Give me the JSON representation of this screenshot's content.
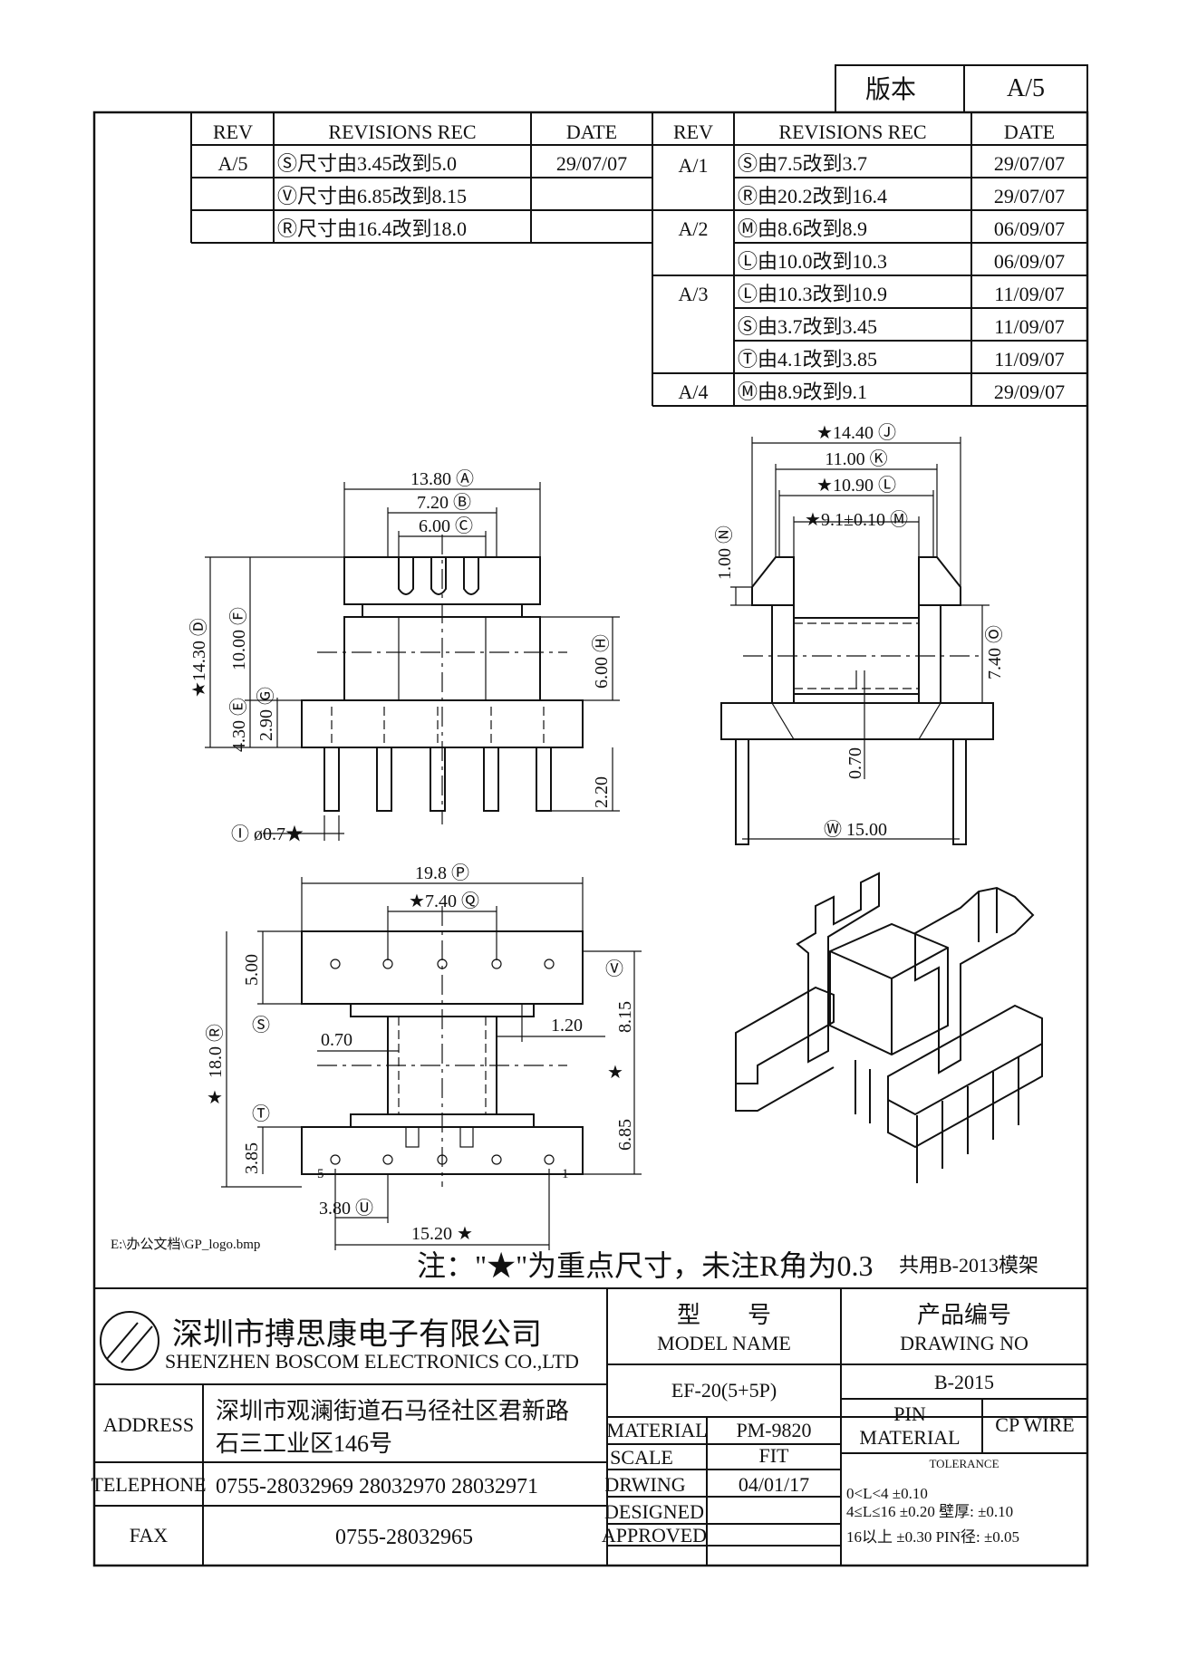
{
  "version_box": {
    "label": "版本",
    "value": "A/5"
  },
  "revision_headers": {
    "rev": "REV",
    "rec": "REVISIONS REC",
    "date": "DATE"
  },
  "revisions_left": [
    {
      "rev": "A/5",
      "rec": "Ⓢ尺寸由3.45改到5.0",
      "date": "29/07/07"
    },
    {
      "rev": "",
      "rec": "Ⓥ尺寸由6.85改到8.15",
      "date": ""
    },
    {
      "rev": "",
      "rec": "Ⓡ尺寸由16.4改到18.0",
      "date": ""
    }
  ],
  "revisions_right": [
    {
      "rev": "A/1",
      "rec": "Ⓢ由7.5改到3.7",
      "date": "29/07/07"
    },
    {
      "rev": "",
      "rec": "Ⓡ由20.2改到16.4",
      "date": "29/07/07"
    },
    {
      "rev": "A/2",
      "rec": "Ⓜ由8.6改到8.9",
      "date": "06/09/07"
    },
    {
      "rev": "",
      "rec": "Ⓛ由10.0改到10.3",
      "date": "06/09/07"
    },
    {
      "rev": "A/3",
      "rec": "Ⓛ由10.3改到10.9",
      "date": "11/09/07"
    },
    {
      "rev": "",
      "rec": "Ⓢ由3.7改到3.45",
      "date": "11/09/07"
    },
    {
      "rev": "",
      "rec": "Ⓣ由4.1改到3.85",
      "date": "11/09/07"
    },
    {
      "rev": "A/4",
      "rec": "Ⓜ由8.9改到9.1",
      "date": "29/09/07"
    }
  ],
  "front_view": {
    "dim_a": "13.80 Ⓐ",
    "dim_b": "7.20 Ⓑ",
    "dim_c": "6.00 Ⓒ",
    "dim_d": "★14.30 Ⓓ",
    "dim_f": "10.00 Ⓕ",
    "dim_e": "4.30 Ⓔ",
    "dim_g": "2.90 Ⓖ",
    "dim_h": "6.00 Ⓗ",
    "dim_pin": "2.20",
    "dim_i": "Ⓘ ø0.7★"
  },
  "side_view": {
    "dim_j": "★14.40 Ⓙ",
    "dim_k": "11.00 Ⓚ",
    "dim_l": "★10.90 Ⓛ",
    "dim_m": "★9.1±0.10 Ⓜ",
    "dim_n": "1.00 Ⓝ",
    "dim_o": "7.40 Ⓞ",
    "dim_070": "0.70",
    "dim_w": "Ⓦ 15.00"
  },
  "top_view": {
    "dim_p": "19.8 Ⓟ",
    "dim_q": "★7.40 Ⓠ",
    "dim_500": "5.00",
    "dim_s": "Ⓢ",
    "dim_r": "18.0 Ⓡ",
    "dim_v": "Ⓥ",
    "dim_815": "8.15",
    "dim_120": "1.20",
    "dim_070": "0.70",
    "dim_685": "6.85",
    "dim_t": "Ⓣ",
    "dim_385": "3.85",
    "dim_u": "3.80 Ⓤ",
    "dim_1520": "15.20 ★",
    "star": "★",
    "pin_5": "5",
    "pin_1": "1"
  },
  "file_path": "E:\\办公文档\\GP_logo.bmp",
  "note": "注：\"★\"为重点尺寸，未注R角为0.3",
  "shared_frame": "共用B-2013模架",
  "company": {
    "name_cn": "深圳市搏思康电子有限公司",
    "name_en": "SHENZHEN BOSCOM ELECTRONICS CO.,LTD"
  },
  "title_block": {
    "address_label": "ADDRESS",
    "address_line1": "深圳市观澜街道石马径社区君新路",
    "address_line2": "石三工业区146号",
    "telephone_label": "TELEPHONE",
    "telephone": "0755-28032969 28032970 28032971",
    "fax_label": "FAX",
    "fax": "0755-28032965",
    "model_label_cn": "型　　号",
    "model_label_en": "MODEL NAME",
    "model_value": "EF-20(5+5P)",
    "drawing_label_cn": "产品编号",
    "drawing_label_en": "DRAWING NO",
    "drawing_value": "B-2015",
    "material_label": "MATERIAL",
    "material_value": "PM-9820",
    "scale_label": "SCALE",
    "scale_value": "FIT",
    "drwing_label": "DRWING",
    "drwing_value": "04/01/17",
    "designed_label": "DESIGNED",
    "approved_label": "APPROVED",
    "pin_material_label1": "PIN",
    "pin_material_label2": "MATERIAL",
    "pin_material_value": "CP WIRE",
    "tolerance_label": "TOLERANCE",
    "tol_row1": "0<L<4  ±0.10",
    "tol_row2": "4≤L≤16 ±0.20  壁厚:  ±0.10",
    "tol_row3": "16以上   ±0.30  PIN径: ±0.05"
  }
}
